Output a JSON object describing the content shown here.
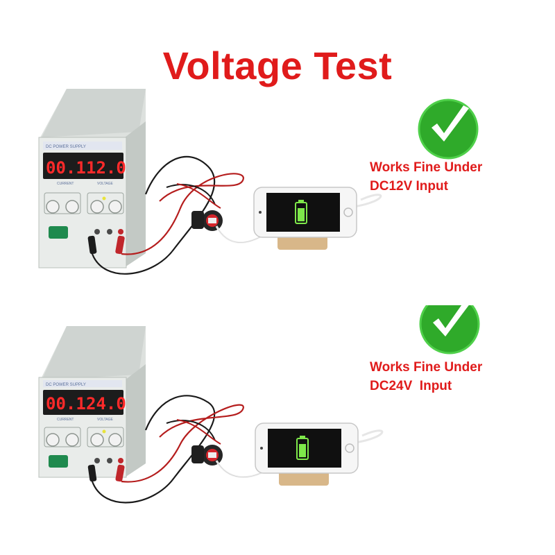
{
  "title": "Voltage Test",
  "colors": {
    "title": "#e01b1b",
    "check": "#2faa2a",
    "display": "#ff2a2a",
    "battery": "#7ee84a"
  },
  "panel": {
    "brand_line": "DC POWER SUPPLY",
    "current_label": "CURRENT",
    "voltage_label": "VOLTAGE"
  },
  "tests": [
    {
      "current_display": "00.1",
      "voltage_display": "12.0",
      "caption_line1": "Works Fine Under",
      "caption_line2": "DC12V Input",
      "status_icon": "green-check-icon"
    },
    {
      "current_display": "00.1",
      "voltage_display": "24.0",
      "caption_line1": "Works Fine Under",
      "caption_line2": "DC24V  Input",
      "status_icon": "green-check-icon"
    }
  ]
}
